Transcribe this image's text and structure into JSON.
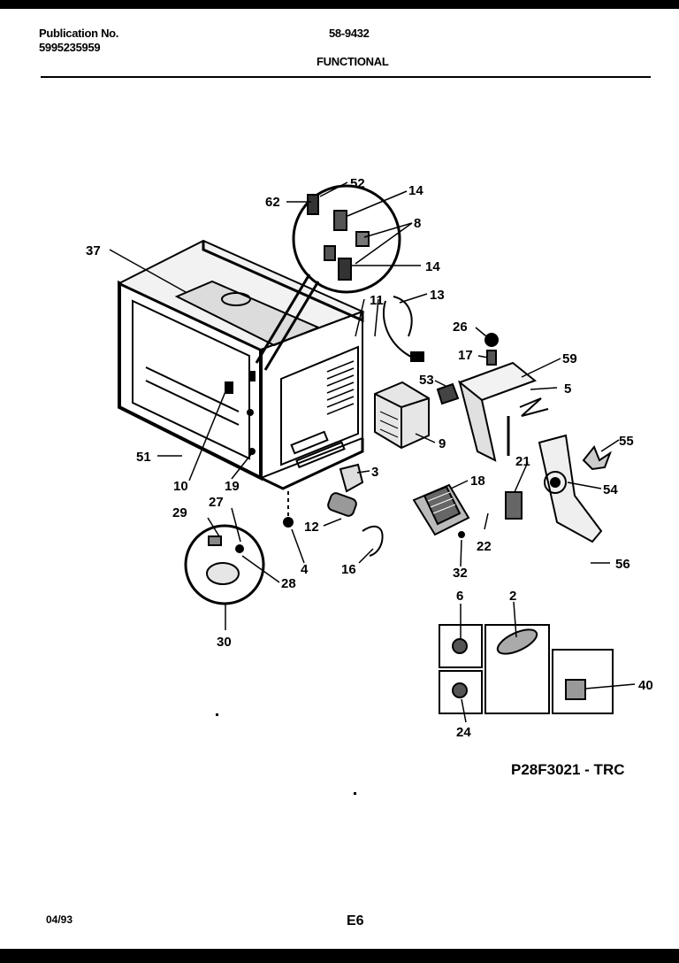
{
  "header": {
    "publication_label": "Publication No.",
    "publication_number": "5995235959",
    "catalog_number": "58-9432",
    "section": "FUNCTIONAL"
  },
  "diagram": {
    "callouts": [
      "52",
      "62",
      "14",
      "8",
      "14",
      "37",
      "11",
      "13",
      "26",
      "17",
      "59",
      "53",
      "5",
      "9",
      "55",
      "21",
      "54",
      "51",
      "10",
      "19",
      "3",
      "18",
      "29",
      "27",
      "12",
      "22",
      "16",
      "28",
      "4",
      "32",
      "56",
      "30",
      "6",
      "2",
      "40",
      "24"
    ]
  },
  "footer": {
    "model": "P28F3021 - TRC",
    "date": "04/93",
    "page": "E6"
  }
}
